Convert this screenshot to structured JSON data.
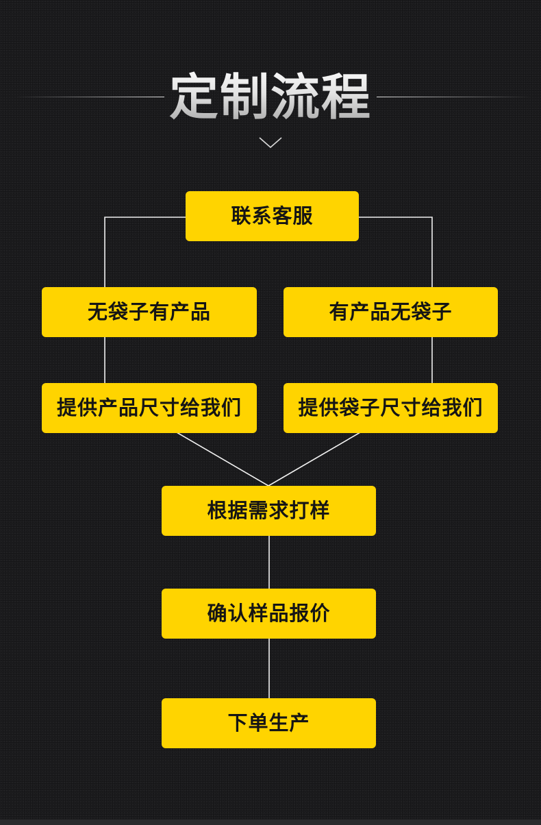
{
  "title": "定制流程",
  "steps": {
    "contact": "联系客服",
    "no_bag_has_product": "无袋子有产品",
    "has_product_no_bag": "有产品无袋子",
    "provide_product_size": "提供产品尺寸给我们",
    "provide_bag_size": "提供袋子尺寸给我们",
    "make_sample": "根据需求打样",
    "confirm_sample": "确认样品报价",
    "place_order": "下单生产"
  },
  "colors": {
    "background": "#1c1c1e",
    "box_fill": "#ffd400",
    "box_text": "#151515",
    "connector": "#ffffff"
  },
  "icons": {
    "title_decoration": "chevron-down-icon"
  }
}
